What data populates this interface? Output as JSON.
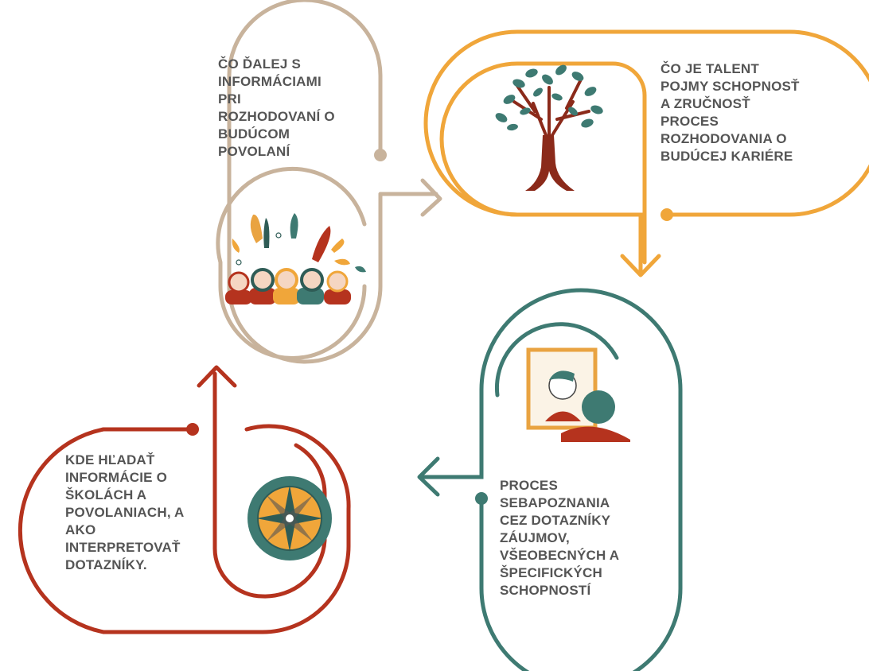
{
  "colors": {
    "beige": "#c8b39c",
    "orange": "#f0a63a",
    "teal": "#3e7a72",
    "red": "#b5331e",
    "text": "#555555"
  },
  "steps": [
    {
      "id": "info-usage",
      "color": "beige",
      "icon": "group-of-people-icon",
      "lines": [
        "ČO ĎALEJ S",
        "INFORMÁCIAMI",
        "PRI",
        "ROZHODOVANÍ O",
        "BUDÚCOM",
        "POVOLANÍ"
      ]
    },
    {
      "id": "talent",
      "color": "orange",
      "icon": "tree-icon",
      "lines": [
        "ČO JE TALENT",
        "POJMY SCHOPNOSŤ",
        "A ZRUČNOSŤ",
        "PROCES",
        "ROZHODOVANIA O",
        "BUDÚCEJ KARIÉRE"
      ]
    },
    {
      "id": "self-knowledge",
      "color": "teal",
      "icon": "mirror-reflection-icon",
      "lines": [
        "PROCES",
        "SEBAPOZNANIA",
        "CEZ DOTAZNÍKY",
        "ZÁUJMOV,",
        "VŠEOBECNÝCH A",
        "ŠPECIFICKÝCH",
        "SCHOPNOSTÍ"
      ]
    },
    {
      "id": "find-info",
      "color": "red",
      "icon": "compass-icon",
      "lines": [
        "KDE HĽADAŤ",
        "INFORMÁCIE O",
        "ŠKOLÁCH A",
        "POVOLANIACH, A",
        "AKO",
        "INTERPRETOVAŤ",
        "DOTAZNÍKY."
      ]
    }
  ]
}
